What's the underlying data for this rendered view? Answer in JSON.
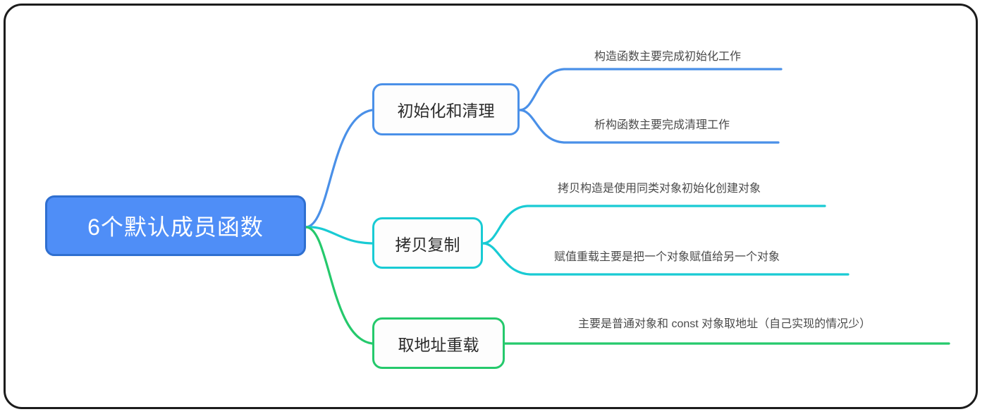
{
  "diagram": {
    "title": "6个默认成员函数",
    "type": "mindmap",
    "frame_color": "#1c1c1c",
    "background": "#ffffff",
    "root": {
      "label": "6个默认成员函数",
      "fill": "#4f8ef7",
      "border": "#2f6fd0",
      "text_color": "#ffffff"
    },
    "branches": [
      {
        "label": "初始化和清理",
        "color": "#4a90e8",
        "leaves": [
          {
            "label": "构造函数主要完成初始化工作"
          },
          {
            "label": "析构函数主要完成清理工作"
          }
        ]
      },
      {
        "label": "拷贝复制",
        "color": "#19cbd4",
        "leaves": [
          {
            "label": "拷贝构造是使用同类对象初始化创建对象"
          },
          {
            "label": "赋值重载主要是把一个对象赋值给另一个对象"
          }
        ]
      },
      {
        "label": "取地址重载",
        "color": "#25c96c",
        "leaves": [
          {
            "label": "主要是普通对象和 const 对象取地址（自己实现的情况少）"
          }
        ]
      }
    ]
  }
}
